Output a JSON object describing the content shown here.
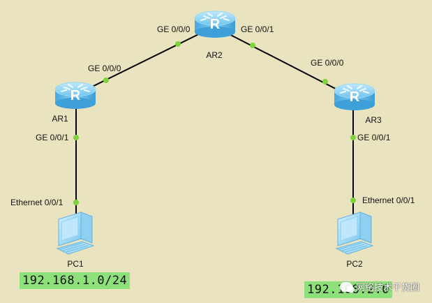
{
  "devices": {
    "ar1": {
      "label": "AR1",
      "glyph": "R"
    },
    "ar2": {
      "label": "AR2",
      "glyph": "R"
    },
    "ar3": {
      "label": "AR3",
      "glyph": "R"
    },
    "pc1": {
      "label": "PC1"
    },
    "pc2": {
      "label": "PC2"
    }
  },
  "interfaces": {
    "ar2_left": "GE 0/0/0",
    "ar2_right": "GE 0/0/1",
    "ar1_up": "GE 0/0/0",
    "ar1_down": "GE 0/0/1",
    "ar3_up": "GE 0/0/0",
    "ar3_down": "GE 0/0/1",
    "pc1_port": "Ethernet 0/0/1",
    "pc2_port": "Ethernet 0/0/1"
  },
  "subnets": {
    "left": "192.168.1.0/24",
    "right": "192.168.2.0"
  },
  "watermark": {
    "text": "网络技术干货圈",
    "icon": "wechat-icon"
  },
  "colors": {
    "background": "#e9e3bf",
    "link": "#000000",
    "port_dot": "#7cd33a",
    "router": "#5bb8ea",
    "subnet_highlight": "#8ee07a"
  }
}
